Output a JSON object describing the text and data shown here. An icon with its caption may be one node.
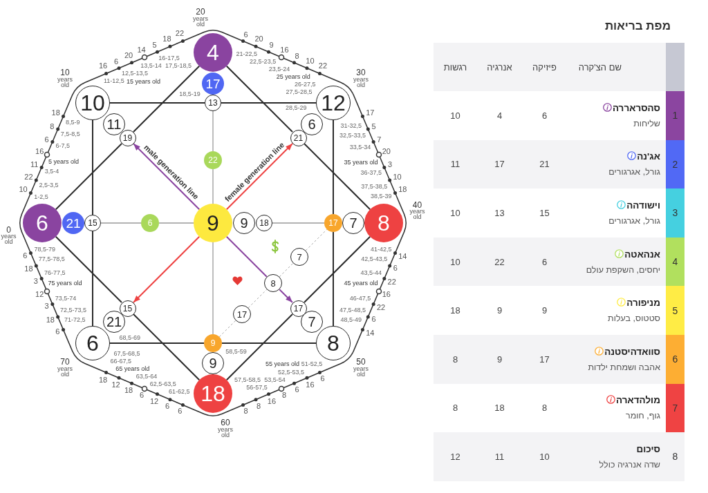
{
  "diagram": {
    "title": "מפת בריאות",
    "nodes": [
      {
        "text": [
          "4"
        ],
        "beside": [
          "20 years old"
        ]
      },
      {
        "text": [
          "17"
        ]
      },
      {
        "text": [
          "10"
        ]
      },
      {
        "text": [
          "13"
        ]
      },
      {
        "text": [
          "12"
        ]
      },
      {
        "text": [
          "11"
        ]
      },
      {
        "text": [
          "6"
        ]
      },
      {
        "text": [
          "19"
        ]
      },
      {
        "text": [
          "21"
        ]
      },
      {
        "text": [
          "22"
        ]
      },
      {
        "text": [
          "6"
        ],
        "beside": [
          "0 years old"
        ]
      },
      {
        "text": [
          "21"
        ]
      },
      {
        "text": [
          "15"
        ]
      },
      {
        "text": [
          "6"
        ]
      },
      {
        "text": [
          "9"
        ]
      },
      {
        "text": [
          "9"
        ]
      },
      {
        "text": [
          "18"
        ]
      },
      {
        "text": [
          "17"
        ]
      },
      {
        "text": [
          "7"
        ]
      },
      {
        "text": [
          "8"
        ],
        "beside": [
          "40 years old"
        ]
      },
      {
        "text": [
          "7"
        ]
      },
      {
        "text": [
          "8"
        ]
      },
      {
        "text": [
          "15"
        ]
      },
      {
        "text": [
          "17"
        ]
      },
      {
        "text": [
          "17"
        ]
      },
      {
        "text": [
          "21"
        ]
      },
      {
        "text": [
          "7"
        ]
      },
      {
        "text": [
          "9"
        ]
      },
      {
        "text": [
          "6"
        ]
      },
      {
        "text": [
          "8"
        ]
      },
      {
        "text": [
          "9"
        ]
      },
      {
        "text": [
          "18"
        ],
        "beside": [
          "60 years old"
        ]
      }
    ],
    "edges": [
      {
        "from": 2,
        "to": 3,
        "arrow": "none"
      },
      {
        "from": 3,
        "to": 4,
        "arrow": "none"
      },
      {
        "from": 4,
        "to": 17,
        "arrow": "none"
      },
      {
        "from": 17,
        "to": 29,
        "arrow": "none"
      },
      {
        "from": 2,
        "to": 12,
        "arrow": "none"
      },
      {
        "from": 12,
        "to": 28,
        "arrow": "none"
      },
      {
        "from": 28,
        "to": 27,
        "arrow": "none"
      },
      {
        "from": 27,
        "to": 29,
        "arrow": "none"
      },
      {
        "from": 0,
        "to": 7,
        "arrow": "none"
      },
      {
        "from": 7,
        "to": 10,
        "arrow": "none"
      },
      {
        "from": 0,
        "to": 8,
        "arrow": "none"
      },
      {
        "from": 8,
        "to": 19,
        "arrow": "none"
      },
      {
        "from": 19,
        "to": 23,
        "arrow": "none"
      },
      {
        "from": 23,
        "to": 31,
        "arrow": "none"
      },
      {
        "from": 10,
        "to": 22,
        "arrow": "none"
      },
      {
        "from": 22,
        "to": 31,
        "arrow": "none"
      },
      {
        "from": 3,
        "to": 9,
        "arrow": "none",
        "color": "#999999"
      },
      {
        "from": 9,
        "to": 14,
        "arrow": "none",
        "color": "#999999"
      },
      {
        "from": 14,
        "to": 27,
        "arrow": "none",
        "color": "#999999"
      },
      {
        "from": 12,
        "to": 13,
        "arrow": "none",
        "color": "#999999"
      },
      {
        "from": 13,
        "to": 14,
        "arrow": "none",
        "color": "#999999"
      },
      {
        "from": 16,
        "to": 17,
        "arrow": "none",
        "color": "#999999"
      },
      {
        "from": 14,
        "to": 7,
        "arrow": "to",
        "label": "male generation line",
        "color": "#8a44a0"
      },
      {
        "from": 14,
        "to": 8,
        "arrow": "to",
        "label": "female generation line",
        "color": "#ee4242"
      },
      {
        "from": 14,
        "to": 22,
        "arrow": "to",
        "color": "#ee4242"
      },
      {
        "from": 14,
        "to": 21,
        "arrow": "none",
        "color": "#8a44a0"
      },
      {
        "from": 21,
        "to": 23,
        "arrow": "to",
        "color": "#8a44a0"
      },
      {
        "from": 27,
        "to": 24,
        "arrow": "none",
        "style": "dashed",
        "color": "#aaaaaa"
      },
      {
        "from": 24,
        "to": 21,
        "arrow": "none",
        "style": "dashed",
        "color": "#aaaaaa"
      },
      {
        "from": 21,
        "to": 20,
        "arrow": "none",
        "style": "dashed",
        "color": "#aaaaaa"
      },
      {
        "from": 20,
        "to": 17,
        "arrow": "none",
        "style": "dashed",
        "color": "#aaaaaa"
      }
    ],
    "labels": [
      "10",
      "1-2,5",
      "22",
      "2,5-3,5",
      "11",
      "3,5-4",
      "16",
      "5 years old",
      "6",
      "6-7,5",
      "8",
      "7,5-8,5",
      "18",
      "8,5-9",
      "10 years old",
      "16",
      "11-12,5",
      "6",
      "12,5-13,5",
      "20",
      "13,5-14",
      "14",
      "15 years old",
      "5",
      "16-17,5",
      "18",
      "17,5-18,5",
      "22",
      "18,5-19",
      "6",
      "21-22,5",
      "20",
      "22,5-23,5",
      "9",
      "23,5-24",
      "16",
      "25 years old",
      "8",
      "26-27,5",
      "10",
      "27,5-28,5",
      "22",
      "28,5-29",
      "30 years old",
      "17",
      "31-32,5",
      "5",
      "32,5-33,5",
      "7",
      "33,5-34",
      "20",
      "35 years old",
      "3",
      "36-37,5",
      "10",
      "37,5-38,5",
      "18",
      "38,5-39",
      "14",
      "41-42,5",
      "6",
      "42,5-43,5",
      "22",
      "43,5-44",
      "16",
      "45 years old",
      "22",
      "46-47,5",
      "6",
      "47,5-48,5",
      "14",
      "48,5-49",
      "50 years old",
      "6",
      "51-52,5",
      "16",
      "52,5-53,5",
      "6",
      "53,5-54",
      "8",
      "55 years old",
      "16",
      "56-57,5",
      "8",
      "57,5-58,5",
      "8",
      "58,5-59",
      "6",
      "61-62,5",
      "6",
      "62,5-63,5",
      "12",
      "63,5-64",
      "6",
      "65 years old",
      "18",
      "66-67,5",
      "12",
      "67,5-68,5",
      "18",
      "68,5-69",
      "70 years old",
      "6",
      "71-72,5",
      "18",
      "72,5-73,5",
      "3",
      "73,5-74",
      "12",
      "75 years old",
      "3",
      "76-77,5",
      "18",
      "77,5-78,5",
      "6",
      "78,5-79",
      "שם הצ'קרה",
      "פיזיקה",
      "אנרגיה",
      "רגשות",
      "1",
      "סהסראררה",
      "שליחות",
      "6",
      "4",
      "10",
      "2",
      "אג'נה",
      "גורל, אגרגורים",
      "21",
      "17",
      "11",
      "3",
      "וישודהה",
      "גורל, אגרגורים",
      "15",
      "13",
      "10",
      "4",
      "אנהאטה",
      "יחסים, השקפת עולם",
      "6",
      "22",
      "10",
      "5",
      "מניפורה",
      "סטטוס, בעלות",
      "9",
      "9",
      "18",
      "6",
      "סוואדהיסטנה",
      "אהבה ושמחת ילדות",
      "17",
      "9",
      "8",
      "7",
      "מולהדארה",
      "גוף, חומר",
      "8",
      "18",
      "8",
      "8",
      "סיכום",
      "שדה אנרגיה כולל",
      "10",
      "11",
      "12"
    ]
  }
}
